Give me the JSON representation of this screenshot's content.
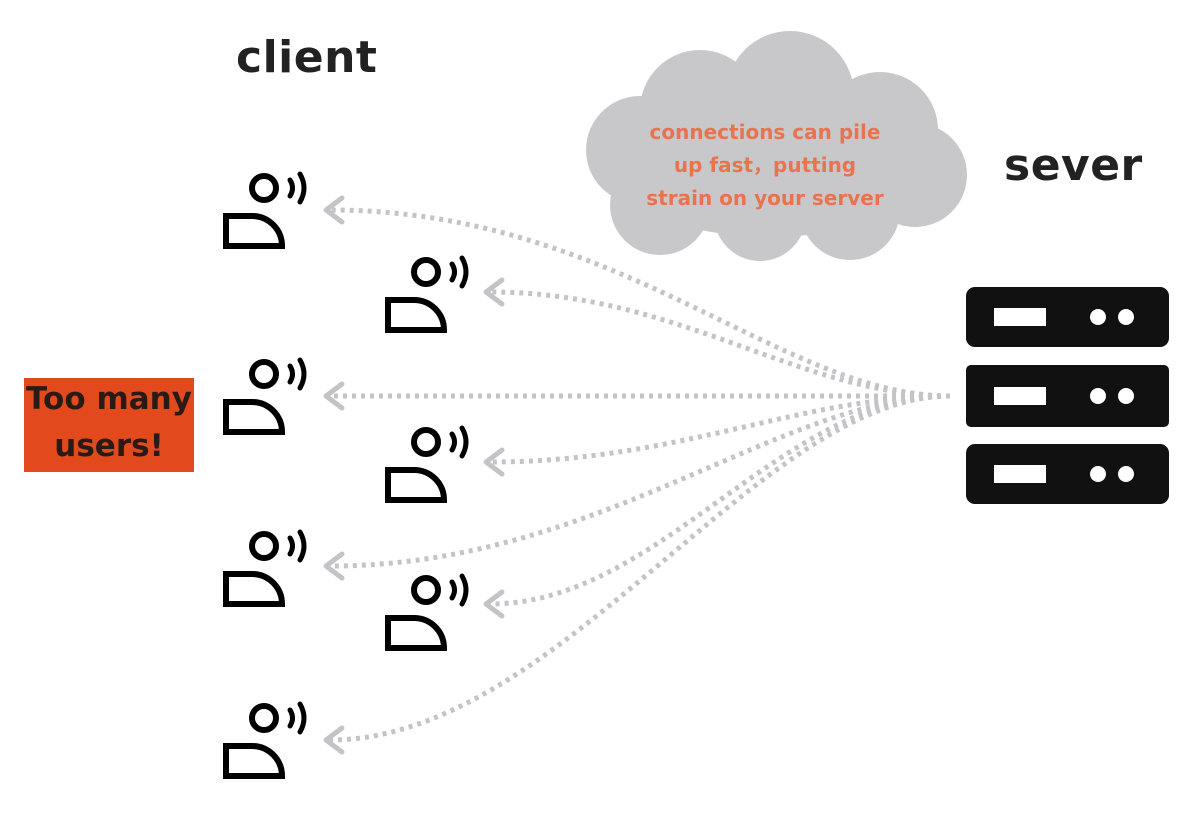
{
  "client_label": "client",
  "server_label": "sever",
  "cloud_note": {
    "line1": "connections can pile",
    "line2": "up fast，putting",
    "line3": "strain on your server"
  },
  "alert_badge": {
    "line1": "Too many",
    "line2": "users!"
  },
  "colors": {
    "badge_bg": "#e24a1e",
    "cloud_fill": "#c8c8ca",
    "cloud_text": "#e8734f",
    "connection_line": "#c4c4c8",
    "server_fill": "#111111"
  },
  "icons": {
    "client": "user-with-signal-icon",
    "server": "server-rack-icon",
    "cloud": "cloud-shape"
  }
}
